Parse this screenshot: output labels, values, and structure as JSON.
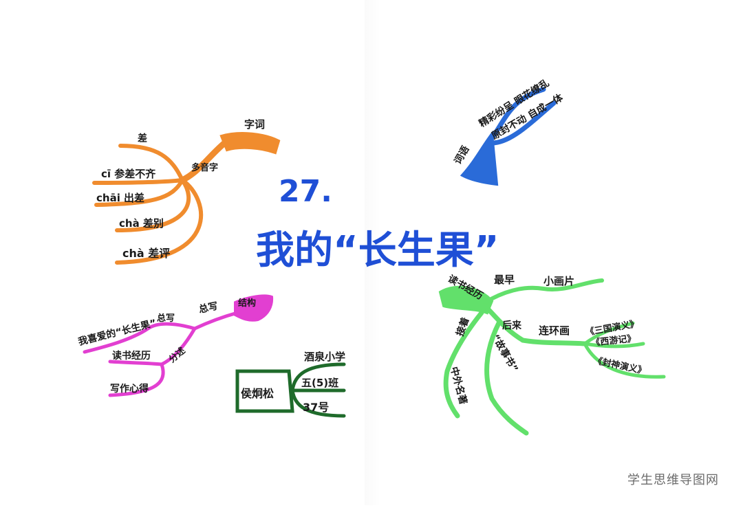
{
  "title": {
    "number": "27.",
    "text": "我的“长生果”"
  },
  "colors": {
    "title": "#1f4fd6",
    "orange": "#f08c2e",
    "blue": "#2a6bd8",
    "magenta": "#e23fd1",
    "green": "#62e06b",
    "darkgreen": "#1f6b2b",
    "ink": "#1a1a1a"
  },
  "orange": {
    "root": "字词",
    "hub": "多音字",
    "items": [
      "差",
      "cī 参差不齐",
      "chāi 出差",
      "chà 差别",
      "chà 差评"
    ]
  },
  "blue": {
    "root": "词语",
    "items": [
      "精彩纷呈 眼花缭乱",
      "原封不动 自成一体"
    ]
  },
  "magenta": {
    "root": "结构",
    "level1": [
      "总写",
      "分述"
    ],
    "items": [
      "我喜爱的“长生果”",
      "读书经历",
      "写作心得"
    ],
    "joint": "分述"
  },
  "darkgreen": {
    "root": "侯炯松",
    "items": [
      "酒泉小学",
      "五(5)班",
      "37号"
    ]
  },
  "green": {
    "root": "读书经历",
    "level1": [
      "最早",
      "后来",
      "接着"
    ],
    "items": [
      "小画片",
      "连环画",
      "《三国演义》",
      "《西游记》",
      "《封神演义》",
      "“故事书”",
      "中外名著"
    ]
  },
  "watermark": "学生思维导图网"
}
